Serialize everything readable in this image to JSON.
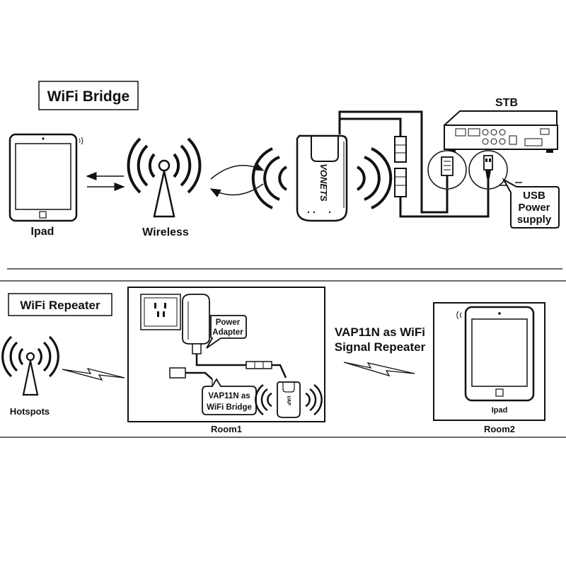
{
  "bridge": {
    "title": "WiFi Bridge",
    "ipad_label": "Ipad",
    "wireless_label": "Wireless",
    "stb_label": "STB",
    "brand_text": "VONETS",
    "usb_power": [
      "USB",
      "Power",
      "supply"
    ]
  },
  "repeater": {
    "title": "WiFi Repeater",
    "hotspots_label": "Hotspots",
    "power_adapter": [
      "Power",
      "Adapter"
    ],
    "vap_bridge": [
      "VAP11N as",
      "WiFi Bridge"
    ],
    "vap_text": "VAP",
    "center_caption": [
      "VAP11N as WiFi",
      "Signal Repeater"
    ],
    "ipad_label": "Ipad",
    "room1_label": "Room1",
    "room2_label": "Room2"
  }
}
